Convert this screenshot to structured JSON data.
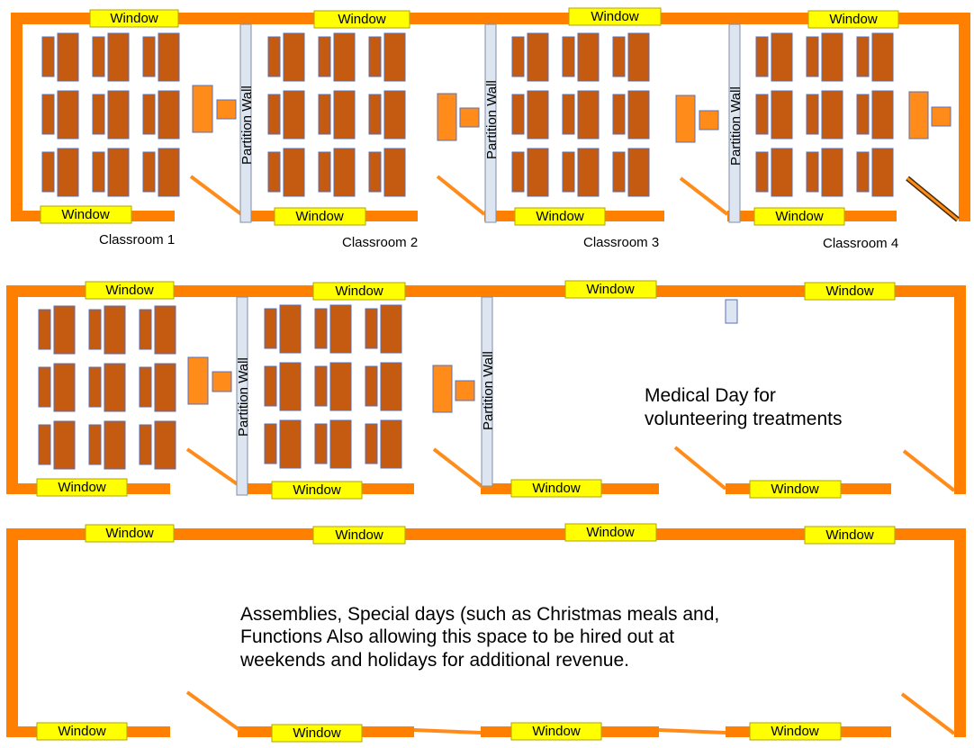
{
  "colors": {
    "wall": "#ff8000",
    "window_fill": "#ffff00",
    "window_stroke": "#b3a300",
    "desk": "#c55a11",
    "desk_stroke": "#5b6fb5",
    "teacher_desk": "#ff8c1a",
    "partition_fill": "#dde6f0",
    "partition_stroke": "#7f8fa6",
    "door": "#ff8c1a"
  },
  "labels": {
    "window": "Window",
    "partition": "Partition Wall",
    "classroom_1": "Classroom 1",
    "classroom_2": "Classroom 2",
    "classroom_3": "Classroom 3",
    "classroom_4": "Classroom 4",
    "medical_line1": "Medical Day for",
    "medical_line2": "volunteering treatments",
    "hall_line1": "Assemblies, Special days (such as Christmas meals and,",
    "hall_line2": "Functions  Also allowing this space to be hired out at",
    "hall_line3": "weekends and holidays for additional revenue."
  }
}
